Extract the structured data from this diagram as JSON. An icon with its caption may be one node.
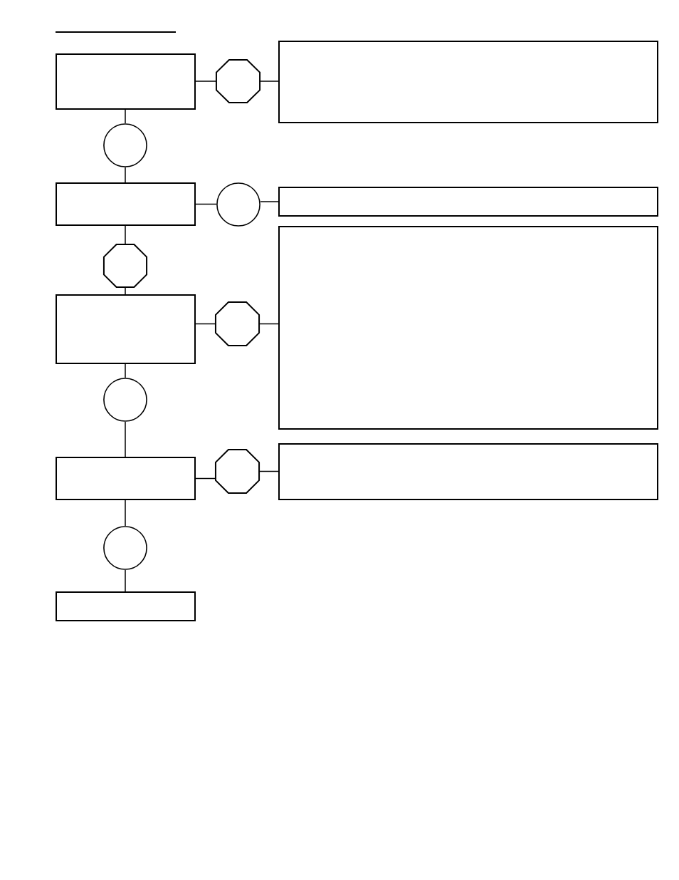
{
  "diagram": {
    "nodes": [
      {
        "text": [],
        "shape": "box"
      },
      {
        "text": [],
        "shape": "octagon"
      },
      {
        "text": [],
        "shape": "box"
      },
      {
        "text": [],
        "shape": "circle"
      },
      {
        "text": [],
        "shape": "box"
      },
      {
        "text": [],
        "shape": "circle"
      },
      {
        "text": [],
        "shape": "box"
      },
      {
        "text": [],
        "shape": "octagon"
      },
      {
        "text": [],
        "shape": "box"
      },
      {
        "text": [],
        "shape": "octagon"
      },
      {
        "text": [],
        "shape": "box"
      },
      {
        "text": [],
        "shape": "circle"
      },
      {
        "text": [],
        "shape": "box"
      },
      {
        "text": [],
        "shape": "octagon"
      },
      {
        "text": [],
        "shape": "box"
      },
      {
        "text": [],
        "shape": "circle"
      },
      {
        "text": [],
        "shape": "box"
      }
    ],
    "edges": [
      {
        "from": 0,
        "to": 1,
        "arrow": "none"
      },
      {
        "from": 1,
        "to": 2,
        "arrow": "none"
      },
      {
        "from": 0,
        "to": 3,
        "arrow": "none"
      },
      {
        "from": 3,
        "to": 4,
        "arrow": "none"
      },
      {
        "from": 4,
        "to": 5,
        "arrow": "none"
      },
      {
        "from": 5,
        "to": 6,
        "arrow": "none"
      },
      {
        "from": 4,
        "to": 7,
        "arrow": "none"
      },
      {
        "from": 7,
        "to": 8,
        "arrow": "none"
      },
      {
        "from": 8,
        "to": 9,
        "arrow": "none"
      },
      {
        "from": 9,
        "to": 10,
        "arrow": "none"
      },
      {
        "from": 8,
        "to": 11,
        "arrow": "none"
      },
      {
        "from": 11,
        "to": 12,
        "arrow": "none"
      },
      {
        "from": 12,
        "to": 13,
        "arrow": "none"
      },
      {
        "from": 13,
        "to": 14,
        "arrow": "none"
      },
      {
        "from": 12,
        "to": 15,
        "arrow": "none"
      },
      {
        "from": 15,
        "to": 16,
        "arrow": "none"
      }
    ]
  }
}
